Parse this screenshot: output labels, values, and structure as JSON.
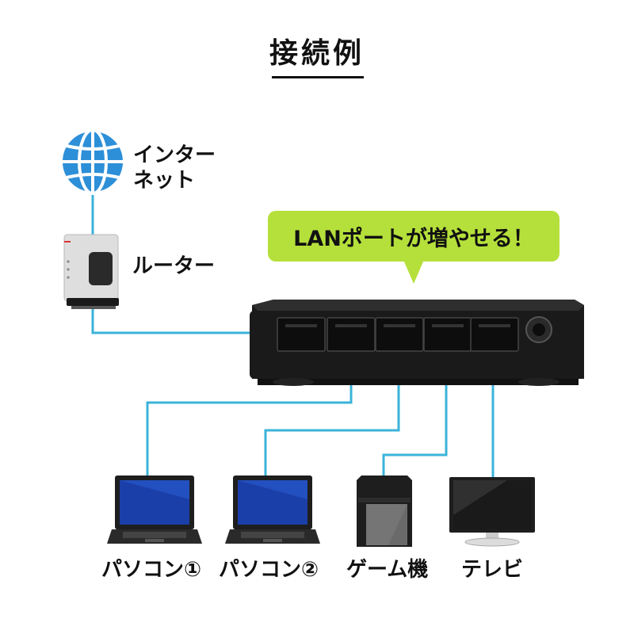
{
  "title": "接続例",
  "callout": "LANポートが増やせる！",
  "labels": {
    "internet": "インター\nネット",
    "router": "ルーター",
    "pc1": "パソコン①",
    "pc2": "パソコン②",
    "game": "ゲーム機",
    "tv": "テレビ"
  },
  "colors": {
    "cable": "#3bb3d9",
    "callout": "#b5e03b",
    "switch_body": "#1c1c1c"
  },
  "icons": [
    "globe-icon",
    "router-icon",
    "switch-icon",
    "laptop-icon",
    "game-console-icon",
    "tv-icon"
  ]
}
